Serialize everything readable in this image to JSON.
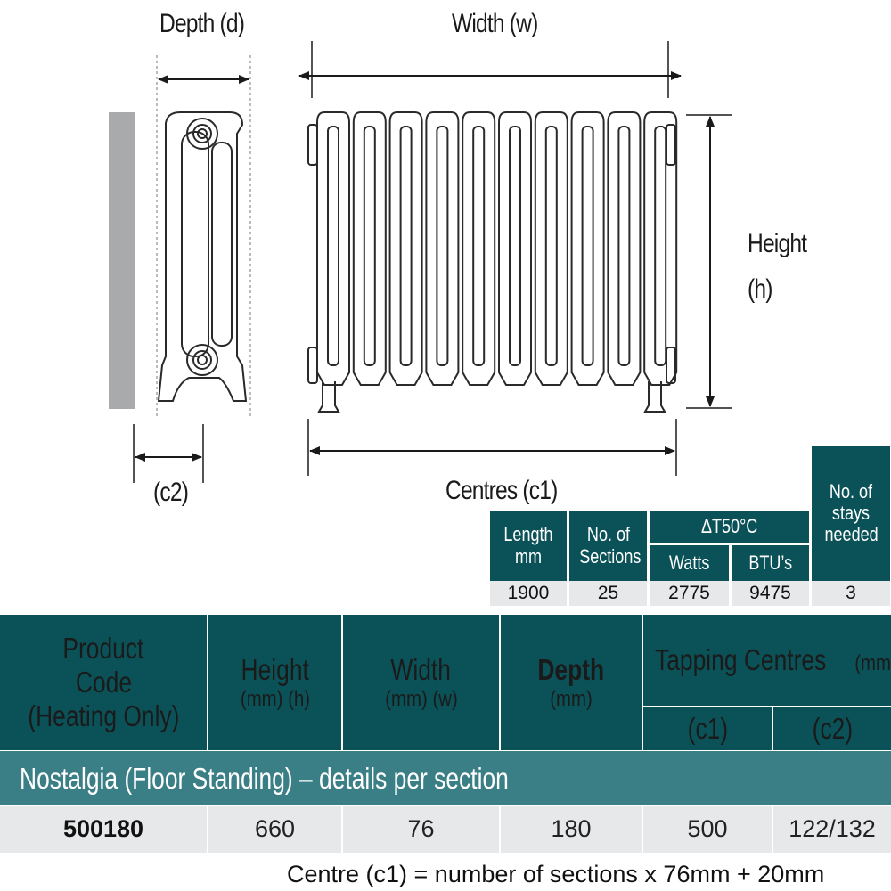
{
  "diagram": {
    "labels": {
      "depth": "Depth (d)",
      "width": "Width (w)",
      "height_1": "Height",
      "height_2": "(h)",
      "c2": "(c2)",
      "centres": "Centres (c1)"
    },
    "colors": {
      "header": "#0b5258",
      "section_bar": "#3b7f86",
      "wall": "#a8aaac",
      "row": "#e6e8e9"
    }
  },
  "spec_table": {
    "headers": {
      "length": "Length mm",
      "sections": "No. of Sections",
      "delta": "ΔT50°C",
      "watts": "Watts",
      "btus": "BTU’s",
      "stays": "No. of stays needed"
    },
    "row": {
      "length": "1900",
      "sections": "25",
      "watts": "2775",
      "btus": "9475",
      "stays": "3"
    }
  },
  "main_table": {
    "headers": {
      "product_1": "Product",
      "product_2": "Code",
      "product_3": "(Heating Only)",
      "height": "Height",
      "height_unit": "(mm) (h)",
      "width": "Width",
      "width_unit": "(mm) (w)",
      "depth": "Depth",
      "depth_unit": "(mm)",
      "tapping": "Tapping Centres",
      "tapping_unit": "(mm)",
      "c1": "(c1)",
      "c2": "(c2)"
    },
    "section_title": "Nostalgia (Floor Standing) – details per section",
    "row": {
      "code": "500180",
      "height": "660",
      "width": "76",
      "depth": "180",
      "c1": "500",
      "c2": "122/132"
    }
  },
  "footer": "Centre (c1) = number of sections x 76mm + 20mm"
}
